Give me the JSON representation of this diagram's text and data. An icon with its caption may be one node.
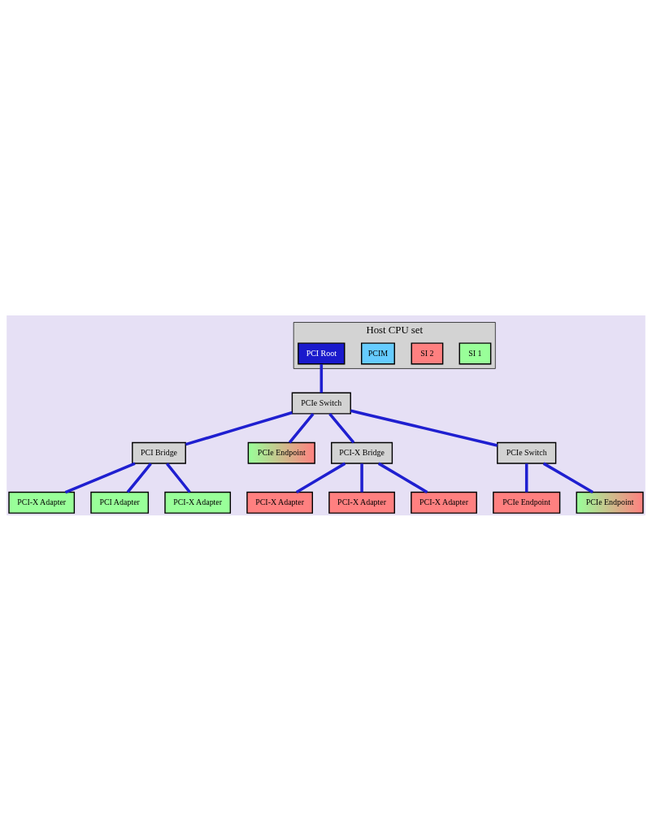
{
  "diagram": {
    "nodes": [
      {
        "text": [
          "Host CPU set"
        ]
      },
      {
        "text": [
          "SI 1"
        ],
        "in": 0
      },
      {
        "text": [
          "SI 2"
        ],
        "in": 0
      },
      {
        "text": [
          "PCIM"
        ],
        "in": 0
      },
      {
        "text": [
          "PCI Root"
        ],
        "in": 0
      },
      {
        "text": [
          "PCIe Switch"
        ]
      },
      {
        "text": [
          "PCI Bridge"
        ]
      },
      {
        "text": [
          "PCI-X Adapter"
        ]
      },
      {
        "text": [
          "PCIe Endpoint"
        ]
      },
      {
        "text": [
          "PCI Adapter"
        ]
      },
      {
        "text": [
          "PCI-X Adapter"
        ]
      },
      {
        "text": [
          "PCI-X Bridge"
        ]
      },
      {
        "text": [
          "PCI-X Adapter"
        ]
      },
      {
        "text": [
          "PCI-X Adapter"
        ]
      },
      {
        "text": [
          "PCIe Switch"
        ]
      },
      {
        "text": [
          "PCI-X Adapter"
        ]
      },
      {
        "text": [
          "PCIe Endpoint"
        ]
      },
      {
        "text": [
          "PCIe Endpoint"
        ]
      }
    ],
    "edges": [
      {
        "from": 4,
        "to": 5,
        "arrow": "none"
      },
      {
        "from": 5,
        "to": 8,
        "arrow": "none"
      },
      {
        "from": 5,
        "to": 14,
        "arrow": "none"
      },
      {
        "from": 5,
        "to": 11,
        "arrow": "none"
      },
      {
        "from": 5,
        "to": 6,
        "arrow": "none"
      },
      {
        "from": 6,
        "to": 9,
        "arrow": "none"
      },
      {
        "from": 6,
        "to": 7,
        "arrow": "none"
      },
      {
        "from": 6,
        "to": 10,
        "arrow": "none"
      },
      {
        "from": 11,
        "to": 13,
        "arrow": "none"
      },
      {
        "from": 11,
        "to": 12,
        "arrow": "none"
      },
      {
        "from": 11,
        "to": 15,
        "arrow": "none"
      },
      {
        "from": 14,
        "to": 16,
        "arrow": "none"
      },
      {
        "from": 14,
        "to": 17,
        "arrow": "none"
      }
    ]
  }
}
